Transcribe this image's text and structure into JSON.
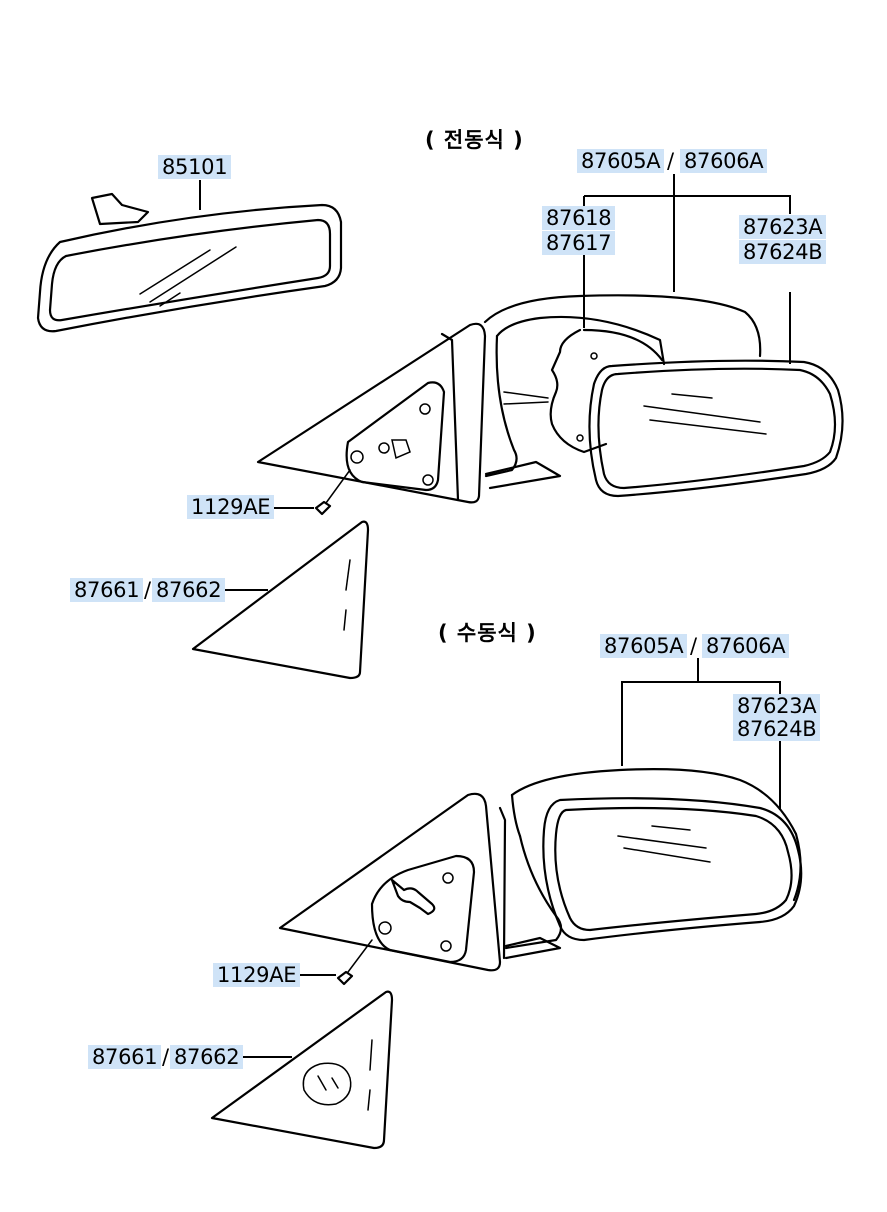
{
  "sections": {
    "power": "( 전동식 )",
    "manual": "( 수동식 )"
  },
  "parts": {
    "inside_mirror": "85101",
    "power_mirror_assy_lh": "87605A",
    "power_mirror_assy_rh": "87606A",
    "power_actuator_a": "87618",
    "power_actuator_b": "87617",
    "power_glass_a": "87623A",
    "power_glass_b": "87624B",
    "power_screw": "1129AE",
    "power_cover_lh": "87661",
    "power_cover_rh": "87662",
    "manual_mirror_assy_lh": "87605A",
    "manual_mirror_assy_rh": "87606A",
    "manual_glass_a": "87623A",
    "manual_glass_b": "87624B",
    "manual_screw": "1129AE",
    "manual_cover_lh": "87661",
    "manual_cover_rh": "87662"
  },
  "separator": "/"
}
